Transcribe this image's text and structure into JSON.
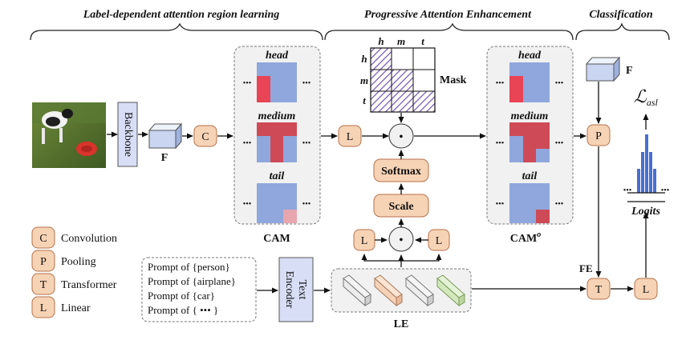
{
  "sections": {
    "left": "Label-dependent attention region learning",
    "middle": "Progressive Attention Enhancement",
    "right": "Classification"
  },
  "cam": {
    "title": "CAM",
    "head_label": "head",
    "medium_label": "medium",
    "tail_label": "tail",
    "dots": "•••"
  },
  "cam_o": {
    "title_base": "CAM",
    "title_sup": "o",
    "head_label": "head",
    "medium_label": "medium",
    "tail_label": "tail",
    "dots": "•••"
  },
  "mask": {
    "title": "Mask",
    "cols": [
      "h",
      "m",
      "t"
    ],
    "rows": [
      "h",
      "m",
      "t"
    ]
  },
  "blocks": {
    "backbone": "Backbone",
    "feature_label": "F",
    "conv": "C",
    "linear": "L",
    "pooling": "P",
    "transformer": "T",
    "softmax": "Softmax",
    "scale": "Scale",
    "dot": "•",
    "text_encoder_line1": "Text",
    "text_encoder_line2": "Encoder",
    "le": "LE",
    "fe": "FE"
  },
  "prompts": [
    "Prompt of {person}",
    "Prompt of {airplane}",
    "Prompt of {car}",
    "Prompt of { ••• }"
  ],
  "legend": [
    {
      "key": "C",
      "label": "Convolution"
    },
    {
      "key": "P",
      "label": "Pooling"
    },
    {
      "key": "T",
      "label": "Transformer"
    },
    {
      "key": "L",
      "label": "Linear"
    }
  ],
  "classification": {
    "loss_base": "ℒ",
    "loss_sub": "asl",
    "logits": "Logits",
    "dots": "•••"
  },
  "colors": {
    "orange_fill": "#f7d3b5",
    "orange_stroke": "#b5724a",
    "blue_cell": "#8fa7dc",
    "red_cell": "#cf4a57",
    "pink_cell": "#e7a5ad",
    "mask_hatch": "#7a5fb3",
    "bar_blue": "#4a6ed1"
  }
}
